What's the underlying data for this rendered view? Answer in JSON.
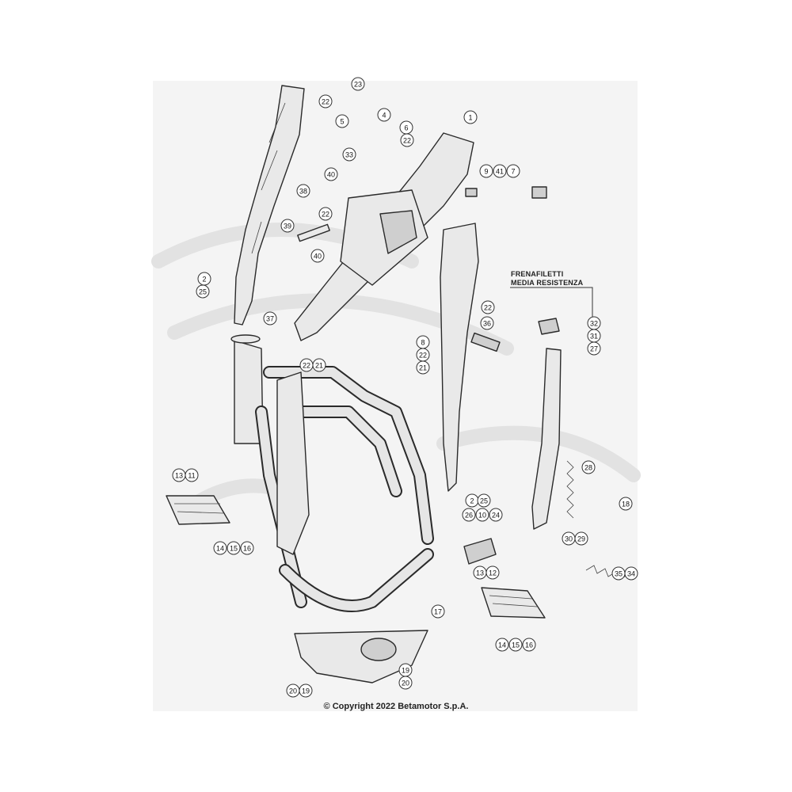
{
  "note": {
    "line1": "FRENAFILETTI",
    "line2": "MEDIA RESISTENZA"
  },
  "copyright": "© Copyright 2022 Betamotor S.p.A.",
  "callouts": [
    "1",
    "2",
    "4",
    "5",
    "6",
    "7",
    "8",
    "9",
    "10",
    "11",
    "12",
    "13",
    "14",
    "15",
    "16",
    "17",
    "18",
    "19",
    "20",
    "21",
    "22",
    "23",
    "24",
    "25",
    "26",
    "27",
    "28",
    "29",
    "30",
    "31",
    "32",
    "33",
    "34",
    "35",
    "36",
    "37",
    "38",
    "39",
    "40",
    "41"
  ]
}
